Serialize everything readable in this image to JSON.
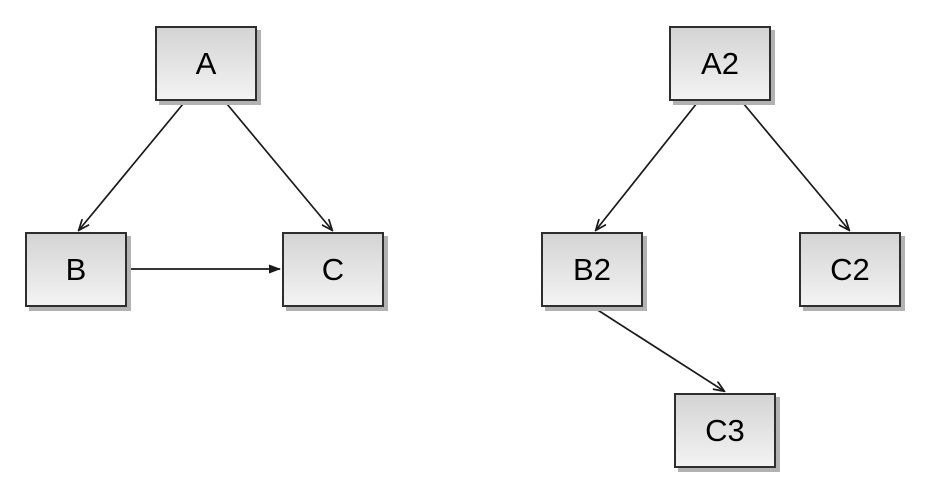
{
  "colors": {
    "background": "#ffffff",
    "node_fill_top": "#d4d4d4",
    "node_fill_bottom": "#f3f3f3",
    "node_border": "#2e2e2e",
    "node_shadow": "#b2b2b2",
    "arrow": "#1a1a1a",
    "label_text": "#000000"
  },
  "nodes": {
    "A": {
      "label": "A"
    },
    "B": {
      "label": "B"
    },
    "C": {
      "label": "C"
    },
    "A2": {
      "label": "A2"
    },
    "B2": {
      "label": "B2"
    },
    "C2": {
      "label": "C2"
    },
    "C3": {
      "label": "C3"
    }
  },
  "diagrams": [
    {
      "id": "left-graph",
      "nodes": [
        "A",
        "B",
        "C"
      ],
      "edges": [
        {
          "from": "A",
          "to": "B"
        },
        {
          "from": "A",
          "to": "C"
        },
        {
          "from": "B",
          "to": "C"
        }
      ]
    },
    {
      "id": "right-graph",
      "nodes": [
        "A2",
        "B2",
        "C2",
        "C3"
      ],
      "edges": [
        {
          "from": "A2",
          "to": "B2"
        },
        {
          "from": "A2",
          "to": "C2"
        },
        {
          "from": "B2",
          "to": "C3"
        }
      ]
    }
  ]
}
